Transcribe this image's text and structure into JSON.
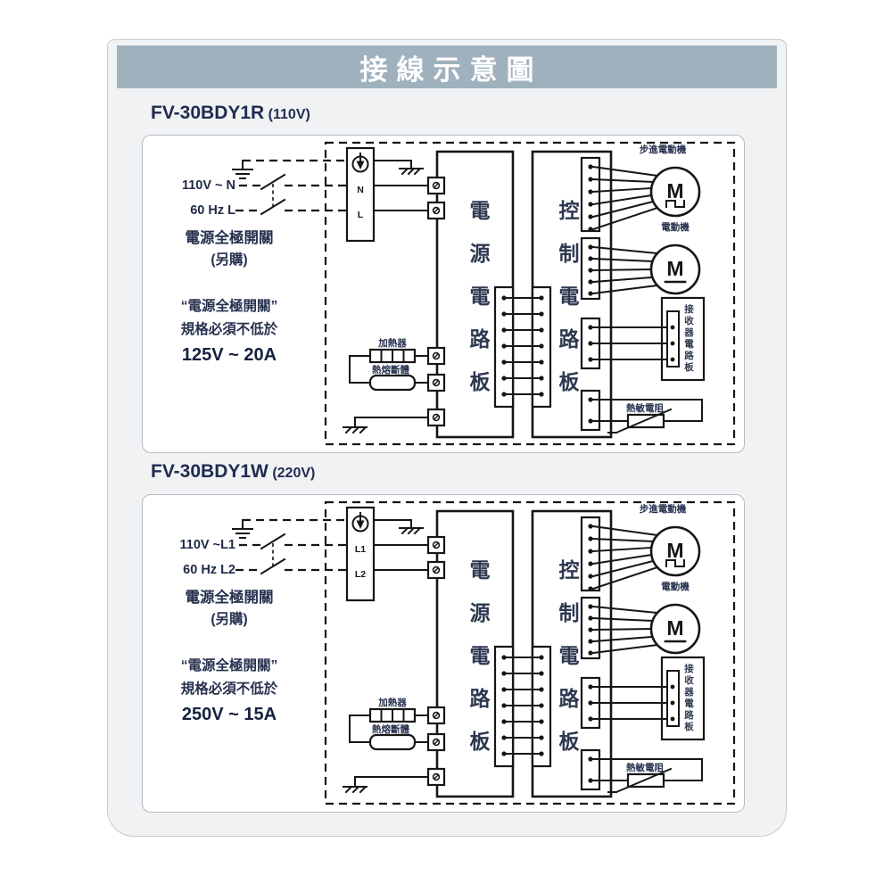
{
  "title": "接線示意圖",
  "motor_letter": "M",
  "sections": [
    {
      "model": "FV-30BDY1R",
      "voltage": "(110V)",
      "supply": {
        "line1": "110V ~ N",
        "line2": "60 Hz L"
      },
      "terminals": {
        "t1": "N",
        "t2": "L"
      },
      "switch": {
        "name": "電源全極開關",
        "note": "(另購)"
      },
      "spec": {
        "line1": "“電源全極開關”",
        "line2": "規格必須不低於",
        "value": "125V ~ 20A"
      },
      "labels": {
        "power_board": "電源電路板",
        "control_board": "控制電路板",
        "heater": "加熱器",
        "thermal_fuse": "熱熔斷體",
        "stepper_motor": "步進電動機",
        "motor": "電動機",
        "receiver_board": "接收器電路板",
        "thermistor": "熱敏電阻"
      }
    },
    {
      "model": "FV-30BDY1W",
      "voltage": "(220V)",
      "supply": {
        "line1": "110V ~L1",
        "line2": "60 Hz L2"
      },
      "terminals": {
        "t1": "L1",
        "t2": "L2"
      },
      "switch": {
        "name": "電源全極開關",
        "note": "(另購)"
      },
      "spec": {
        "line1": "“電源全極開關”",
        "line2": "規格必須不低於",
        "value": "250V ~ 15A"
      },
      "labels": {
        "power_board": "電源電路板",
        "control_board": "控制電路板",
        "heater": "加熱器",
        "thermal_fuse": "熱熔斷體",
        "stepper_motor": "步進電動機",
        "motor": "電動機",
        "receiver_board": "接收器電路板",
        "thermistor": "熱敏電阻"
      }
    }
  ]
}
